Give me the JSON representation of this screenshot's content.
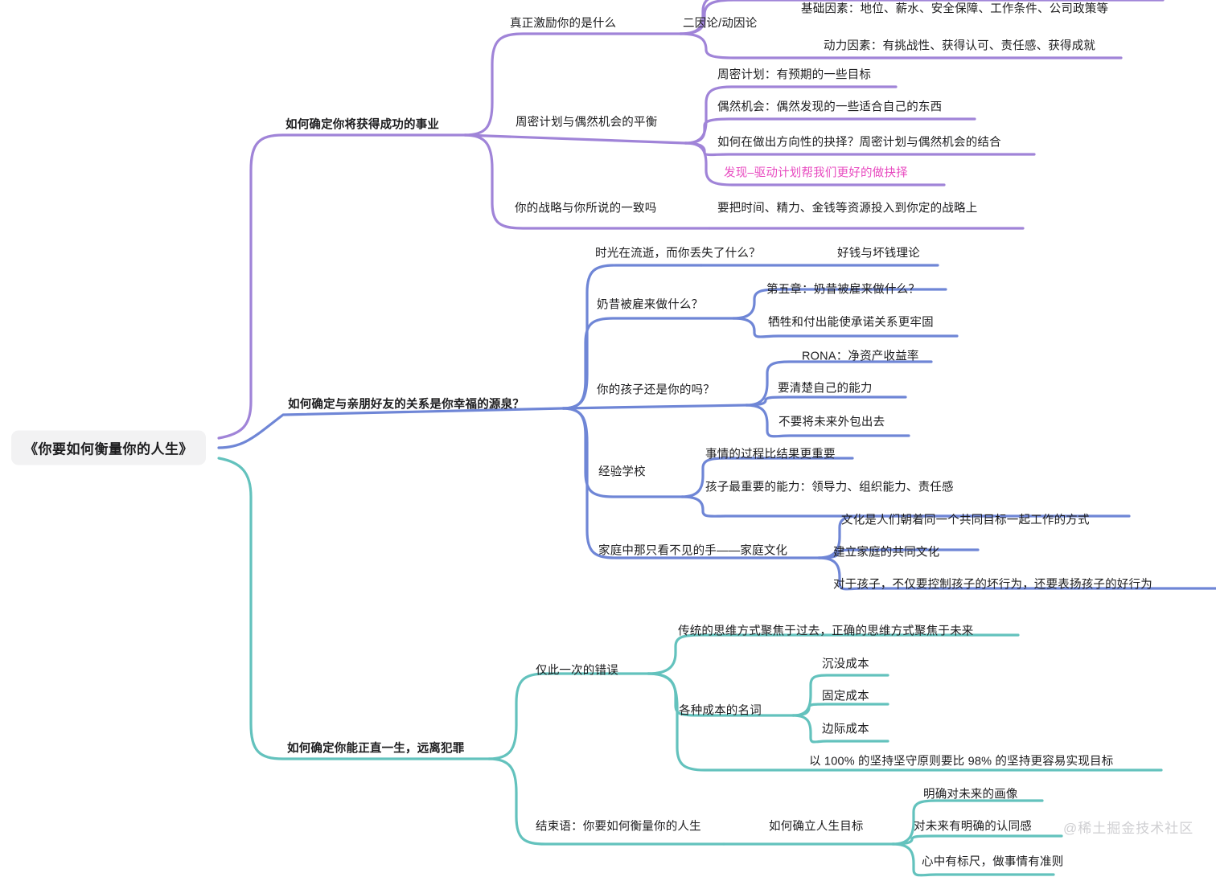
{
  "diagram": {
    "type": "mindmap",
    "title": "《你要如何衡量你的人生》",
    "watermark": "@稀土掘金技术社区",
    "colors": {
      "branch_purple": "#a084d8",
      "branch_blue": "#6f86d6",
      "branch_teal": "#63c2bd",
      "root_background": "#f2f2f3",
      "text": "#1c1c1e",
      "highlight_pink": "#e84bc0"
    },
    "root": {
      "label": "《你要如何衡量你的人生》"
    },
    "branches": [
      {
        "id": "b1",
        "label": "如何确定你将获得成功的事业",
        "color": "#a084d8",
        "children": [
          {
            "label": "真正激励你的是什么",
            "children": [
              {
                "label": "二因论/动因论",
                "children": [
                  {
                    "label": "基础因素：地位、薪水、安全保障、工作条件、公司政策等"
                  },
                  {
                    "label": "动力因素：有挑战性、获得认可、责任感、获得成就"
                  }
                ]
              }
            ]
          },
          {
            "label": "周密计划与偶然机会的平衡",
            "children": [
              {
                "label": "周密计划：有预期的一些目标"
              },
              {
                "label": "偶然机会：偶然发现的一些适合自己的东西"
              },
              {
                "label": "如何在做出方向性的抉择？周密计划与偶然机会的结合"
              },
              {
                "label": "发现–驱动计划帮我们更好的做抉择",
                "highlight": true
              }
            ]
          },
          {
            "label": "你的战略与你所说的一致吗",
            "children": [
              {
                "label": "要把时间、精力、金钱等资源投入到你定的战略上"
              }
            ]
          }
        ]
      },
      {
        "id": "b2",
        "label": "如何确定与亲朋好友的关系是你幸福的源泉？",
        "color": "#6f86d6",
        "children": [
          {
            "label": "时光在流逝，而你丢失了什么？",
            "children": [
              {
                "label": "好钱与坏钱理论"
              }
            ]
          },
          {
            "label": "奶昔被雇来做什么？",
            "children": [
              {
                "label": "第五章：奶昔被雇来做什么？"
              },
              {
                "label": "牺牲和付出能使承诺关系更牢固"
              }
            ]
          },
          {
            "label": "你的孩子还是你的吗？",
            "children": [
              {
                "label": "RONA：净资产收益率"
              },
              {
                "label": "要清楚自己的能力"
              },
              {
                "label": "不要将未来外包出去"
              }
            ]
          },
          {
            "label": "经验学校",
            "children": [
              {
                "label": "事情的过程比结果更重要"
              },
              {
                "label": "孩子最重要的能力：领导力、组织能力、责任感"
              }
            ]
          },
          {
            "label": "家庭中那只看不见的手——家庭文化",
            "children": [
              {
                "label": "文化是人们朝着同一个共同目标一起工作的方式"
              },
              {
                "label": "建立家庭的共同文化"
              },
              {
                "label": "对于孩子，不仅要控制孩子的坏行为，还要表扬孩子的好行为"
              }
            ]
          }
        ]
      },
      {
        "id": "b3",
        "label": "如何确定你能正直一生，远离犯罪",
        "color": "#63c2bd",
        "children": [
          {
            "label": "仅此一次的错误",
            "children": [
              {
                "label": "传统的思维方式聚焦于过去，正确的思维方式聚焦于未来"
              },
              {
                "label": "各种成本的名词",
                "children": [
                  {
                    "label": "沉没成本"
                  },
                  {
                    "label": "固定成本"
                  },
                  {
                    "label": "边际成本"
                  }
                ]
              },
              {
                "label": "以 100% 的坚持坚守原则要比 98% 的坚持更容易实现目标"
              }
            ]
          },
          {
            "label": "结束语：你要如何衡量你的人生",
            "children": [
              {
                "label": "如何确立人生目标",
                "children": [
                  {
                    "label": "明确对未来的画像"
                  },
                  {
                    "label": "对未来有明确的认同感"
                  },
                  {
                    "label": "心中有标尺，做事情有准则"
                  }
                ]
              }
            ]
          }
        ]
      }
    ]
  }
}
